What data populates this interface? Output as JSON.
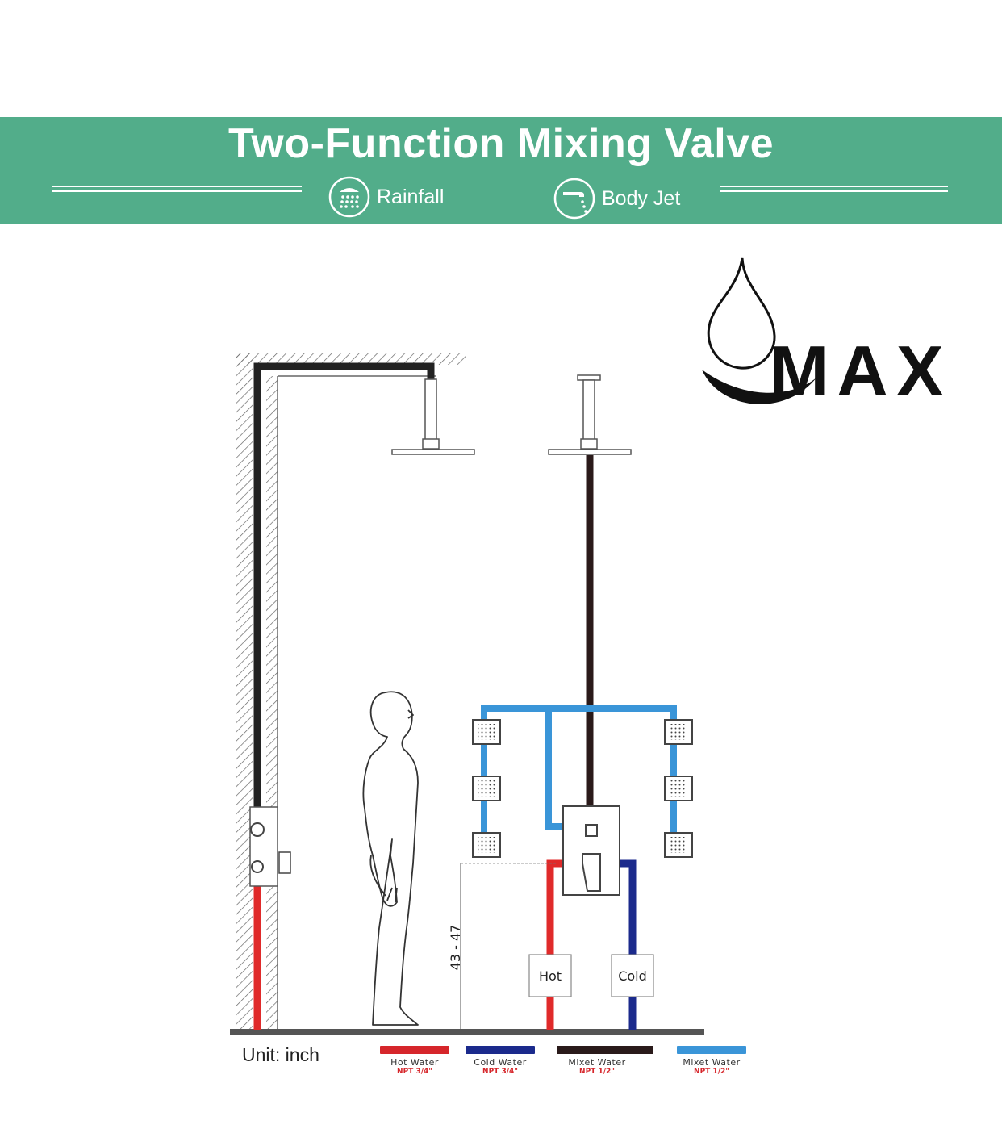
{
  "header": {
    "title": "Two-Function Mixing Valve",
    "functions": [
      {
        "label": "Rainfall",
        "icon": "rainfall-shower-icon"
      },
      {
        "label": "Body Jet",
        "icon": "body-jet-icon"
      }
    ],
    "background_color": "#52ad8a"
  },
  "brand": {
    "logo_text": "MAX",
    "logo_icon": "water-drop-icon"
  },
  "diagram": {
    "height_label": "43 - 47",
    "hot_label": "Hot",
    "cold_label": "Cold",
    "unit": "Unit: inch"
  },
  "legend": [
    {
      "label": "Hot  Water",
      "size": "NPT 3/4\"",
      "color": "#d6262b"
    },
    {
      "label": "Cold  Water",
      "size": "NPT 3/4\"",
      "color": "#1b2a8c"
    },
    {
      "label": "Mixet  Water",
      "size": "NPT 1/2\"",
      "color": "#2a1a1a"
    },
    {
      "label": "Mixet  Water",
      "size": "NPT 1/2\"",
      "color": "#3a95d8"
    }
  ]
}
